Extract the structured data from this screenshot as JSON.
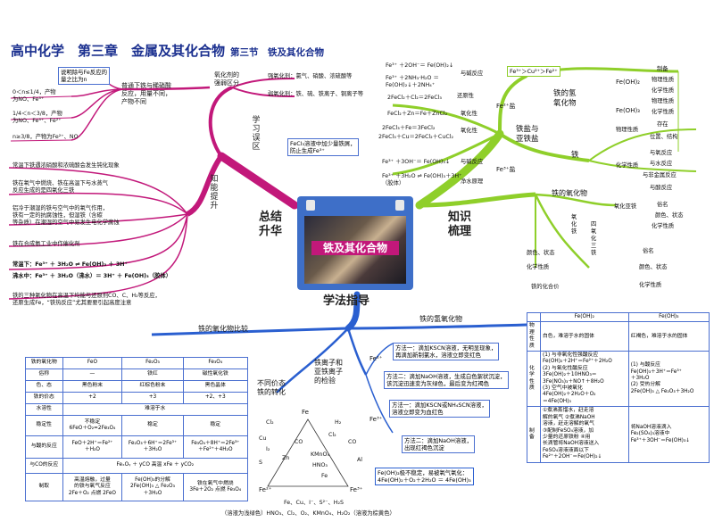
{
  "title": {
    "main": "高中化学　第三章　金属及其化合物",
    "section": "第三节　铁及其化合物"
  },
  "center": {
    "label": "铁及其化合物"
  },
  "branches": {
    "review": "总结\n升华",
    "knowledge": "知识\n梳理",
    "method": "学法指导"
  },
  "zones": {
    "misconception": "学习误区",
    "ability": "知能提升"
  },
  "misc": {
    "hint_box": "说明除与Fe反应的\n量之比为n",
    "ratio1": "0＜n≤1/4，产物\n为NO、Fe³⁺",
    "ratio2": "1/4＜n＜3/8，产物\n为NO、Fe³⁺、Fe²⁺",
    "ratio3": "n≥3/8，产物为Fe²⁺、NO",
    "hno3_note": "普通下铁与稀硝酸\n反应，用量不同，\n产物不同",
    "oxidant_head": "氧化剂的\n强弱区分",
    "strong_ox": "强氧化剂：氯气、硝酸、浓硫酸等",
    "weak_ox": "弱氧化剂：铁、硫、铁离子、铜离子等"
  },
  "ability": {
    "a1": "常温下铁遇浓硝酸和浓硫酸会发生钝化现象",
    "a2": "铁在氧气中燃烧、铁在高温下与水蒸气\n反应生成的是四氧化三铁",
    "a3": "铝冷于潮湿的铁与空气中的氧气作用，\n铁有一定的抗腐蚀性，但湿铁（含碳\n等杂质）在潮湿的空气中易发生电化学腐蚀",
    "a4": "铁在合成氨工业中作催化剂",
    "hydrolysis1": "常温下：Fe³⁺ ＋ 3H₂O ⇌ Fe(OH)₃ ＋ 3H⁺",
    "hydrolysis2": "沸水中：Fe³⁺ ＋ 3H₂O（沸水）＝ 3H⁺ ＋ Fe(OH)₃（胶体）",
    "a5": "铁的三种氧化物在高温下均能与还原剂CO、C、H₂等反应，\n还原生成Fe，“铁热反应”尤其要要引起高度注意"
  },
  "fe3_salt": {
    "r1": "Fe³⁺ ＋2OH⁻＝ Fe(OH)₂↓",
    "r1t": "与碱反应",
    "r2": "Fe³⁺ ＋2NH₃·H₂O ＝\nFe(OH)₂↓＋2NH₄⁺",
    "r3": "2FeCl₂＋Cl₂＝2FeCl₃",
    "r3t": "还原性",
    "r4": "FeCl₂＋Zn＝Fe＋ZnCl₂",
    "r4t": "氧化性",
    "salt_head": "Fe²⁺盐",
    "salt_head3": "Fe³⁺盐",
    "order": "Fe³⁺＞Cu²⁺＞Fe²⁺",
    "note": "FeCl₃溶液中加少量铁屑，\n防止生成Fe³⁺",
    "r5": "2FeCl₃＋Fe＝3FeCl₂",
    "r6": "2FeCl₃＋Cu＝2FeCl₂＋CuCl₂",
    "r6t": "氧化性",
    "r7": "Fe³⁺ ＋3OH⁻＝ Fe(OH)₃↓",
    "r7t": "与碱反应",
    "r8": "Fe³⁺ ＋3H₂O ⇌ Fe(OH)₃＋3H⁺\n（胶体）",
    "r8t": "净水原理",
    "group": "铁盐与\n亚铁盐"
  },
  "right_tree": {
    "hydroxide": "铁的氢\n氧化物",
    "fe_oh2": "Fe(OH)₂",
    "fe_oh3": "Fe(OH)₃",
    "prep": "制备",
    "phys": "物理性质",
    "chem": "化学性质",
    "phys2": "物理性质",
    "chem2": "化学性质",
    "iron": "铁",
    "iron_phys": "物理性质",
    "exist": "存在",
    "position": "位置、结构",
    "chem3": "化学性质",
    "with_ox": "与氧反应",
    "with_water": "与水反应",
    "with_nonmetal": "与非金属反应",
    "with_acid": "与酸反应",
    "oxides": "铁的氧化物",
    "feo": "氧化亚铁",
    "fe3o4": "四氧化三铁",
    "fe2o3": "氧化铁",
    "common": "俗名",
    "color": "颜色、状态",
    "chemprop": "化学性质",
    "common2": "俗名",
    "color2": "颜色、状态",
    "chemprop2": "化学性质",
    "color3": "颜色、状态",
    "chemprop3": "化学性质",
    "valence": "铁的化合价"
  },
  "oxide_table": {
    "caption": "铁的氧化物比较",
    "header": [
      "铁的氧化物",
      "FeO",
      "Fe₂O₃",
      "Fe₃O₄"
    ],
    "rows": [
      [
        "俗称",
        "—",
        "铁红",
        "磁性氧化铁"
      ],
      [
        "色、态",
        "黑色粉末",
        "红棕色粉末",
        "黑色晶体"
      ],
      [
        "铁的价态",
        "+2",
        "+3",
        "+2、+3"
      ],
      [
        "水溶性",
        "难溶于水",
        "",
        ""
      ],
      [
        "稳定性",
        "不稳定\n6FeO＋O₂=2Fe₃O₄",
        "稳定",
        "稳定"
      ],
      [
        "与酸的反应",
        "FeO＋2H⁺＝Fe²⁺\n＋H₂O",
        "Fe₂O₃＋6H⁺＝2Fe³⁺\n＋3H₂O",
        "Fe₃O₄＋8H⁺＝2Fe³⁺\n＋Fe²⁺＋4H₂O"
      ],
      [
        "与CO的反应",
        "FeₓOᵧ ＋ yCO 高温 xFe ＋ yCO₂",
        "",
        ""
      ],
      [
        "制取",
        "高温熔融，过量\n的铁与氧气反应\n2Fe＋O₂ 点燃 2FeO",
        "Fe(OH)₃的分解\n2Fe(OH)₃ △ Fe₂O₃\n＋3H₂O",
        "铁在氧气中燃烧\n3Fe＋2O₂ 点燃 Fe₃O₄"
      ]
    ]
  },
  "conversion": {
    "head": "不同价态\n铁的转化",
    "fe": "Fe",
    "fe2": "Fe²⁺",
    "fe3": "Fe³⁺",
    "labels": [
      "Cl₂",
      "H₂",
      "CO",
      "Cu",
      "I₂",
      "CO",
      "Cl₂",
      "S",
      "Zn",
      "Al",
      "KMnO₄",
      "HNO₃",
      "Fe"
    ],
    "footer": "（溶液为浅绿色）HNO₃、Cl₂、O₂、KMnO₄、H₂O₂（溶液为棕黄色）",
    "footer2": "Fe、Cu、I⁻、S²⁻、H₂S"
  },
  "ion_test": {
    "head": "铁离子和\n亚铁离子\n的检验",
    "fe2": "Fe²⁺",
    "fe3": "Fe³⁺",
    "m1": "方法一：滴加KSCN溶液，无明显现象，\n再滴加新制氯水，溶液立即变红色",
    "m2": "方法二：滴加NaOH溶液，生成白色絮状沉淀，\n该沉淀迅速变为灰绿色，最后变为红褐色",
    "m3": "方法一：滴加KSCN或NH₄SCN溶液，\n溶液立即变为血红色",
    "m4": "方法二：滴加NaOH溶液，\n出现红褐色沉淀",
    "summary": "Fe(OH)₂极不稳定，易被氧气氧化：\n4Fe(OH)₂＋O₂＋2H₂O ＝ 4Fe(OH)₃"
  },
  "hydroxide_table": {
    "caption": "铁的氢氧化物",
    "header": [
      "",
      "Fe(OH)₂",
      "Fe(OH)₃"
    ],
    "rows": [
      [
        "物理性质",
        "白色，难溶于水的固体",
        "红褐色，难溶于水的固体"
      ],
      [
        "化学性质",
        "(1) 与非氧化性强酸反应\nFe(OH)₂＋2H⁺＝Fe²⁺＋2H₂O\n(2) 与氧化性酸反应\n3Fe(OH)₂＋10HNO₃＝\n3Fe(NO₃)₃＋NO↑＋8H₂O\n(3) 空气中被氧化\n4Fe(OH)₂＋2H₂O＋O₂\n＝4Fe(OH)₃",
        "(1) 与酸反应\nFe(OH)₃＋3H⁺＝Fe³⁺\n＋3H₂O\n(2) 受热分解\n2Fe(OH)₃ △ Fe₂O₃＋3H₂O"
      ],
      [
        "制备",
        "①煮沸蒸馏水，赶走溶\n解的氧气 ②煮沸NaOH\n溶液，赶走溶解的氧气\n③配制FeSO₄溶液，加\n少量的还原铁粉 ④用\n长滴管将NaOH溶液送入\nFeSO₄溶液液面以下\nFe²⁺＋2OH⁻＝Fe(OH)₂↓",
        "将NaOH溶液滴入\nFe₂(SO₄)₃溶液中\nFe³⁺＋3OH⁻＝Fe(OH)₃↓"
      ]
    ]
  }
}
